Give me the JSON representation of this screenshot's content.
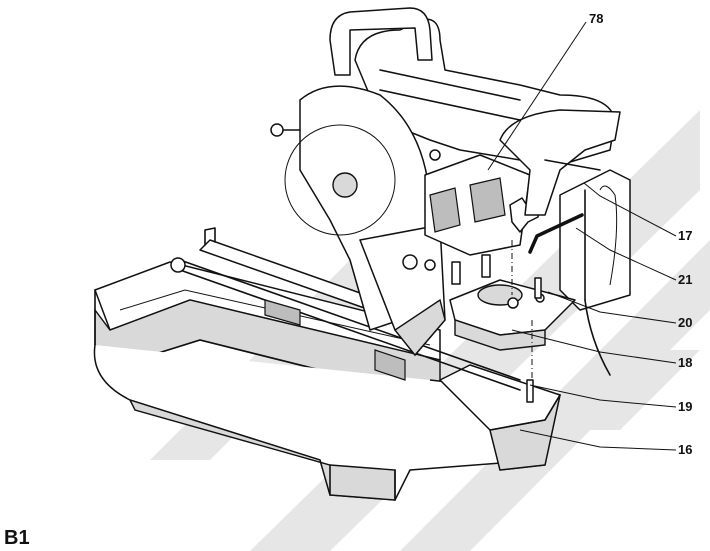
{
  "figure_label": "B1",
  "callouts": [
    {
      "id": "78",
      "text": "78"
    },
    {
      "id": "17",
      "text": "17"
    },
    {
      "id": "21",
      "text": "21"
    },
    {
      "id": "20",
      "text": "20"
    },
    {
      "id": "18",
      "text": "18"
    },
    {
      "id": "19",
      "text": "19"
    },
    {
      "id": "16",
      "text": "16"
    }
  ]
}
